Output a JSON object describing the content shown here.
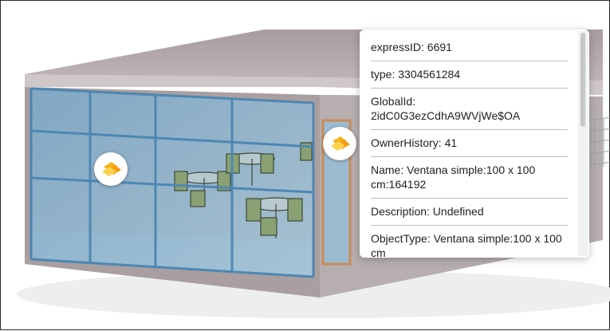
{
  "properties": [
    "expressID: 6691",
    "type: 3304561284",
    "GlobalId: 2idC0G3ezCdhA9WVjWe$OA",
    "OwnerHistory: 41",
    "Name: Ventana simple:100 x 100 cm:164192",
    "Description: Undefined",
    "ObjectType: Ventana simple:100 x 100 cm"
  ],
  "colors": {
    "glass": "#8fb3cc",
    "mullion": "#4d87b3",
    "roof": "#b7acad",
    "wall": "#b3aaab",
    "marker_accent": "#f7b21b"
  },
  "icons": [
    "ifc-marker-icon"
  ]
}
